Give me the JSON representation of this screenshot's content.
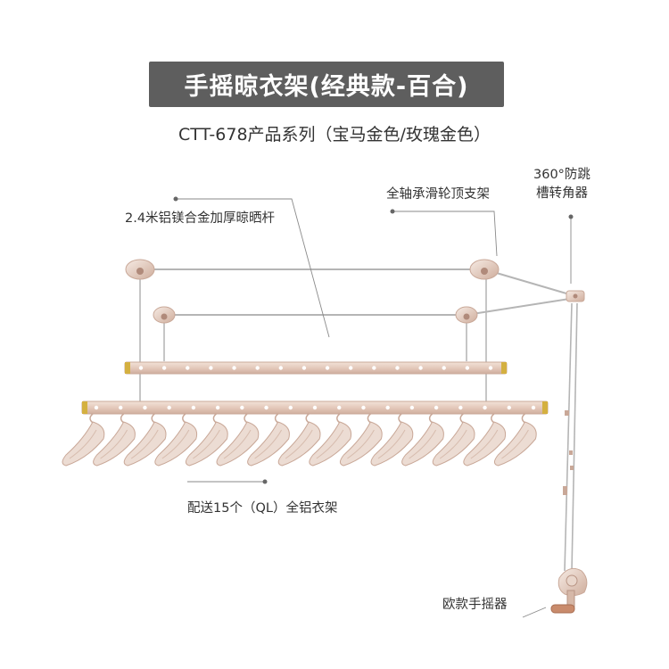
{
  "title": "手摇晾衣架(经典款-百合)",
  "subtitle": "CTT-678产品系列（宝马金色/玫瑰金色）",
  "labels": {
    "rod": "2.4米铝镁合金加厚晾晒杆",
    "bearing": "全轴承滑轮顶支架",
    "corner_line1": "360°防跳",
    "corner_line2": "槽转角器",
    "hangers": "配送15个（QL）全铝衣架",
    "crank": "欧款手摇器"
  },
  "hanger_count": 15,
  "colors": {
    "banner": "#5e5e5e",
    "rose_gold": "#e6cfc3",
    "rose_gold_dark": "#c9a898",
    "cable": "#b5b5b5",
    "leader": "#8a8a8a"
  },
  "icons": [
    "pulley-bracket-icon",
    "corner-pulley-icon",
    "hand-crank-icon",
    "clothes-hanger-icon"
  ]
}
